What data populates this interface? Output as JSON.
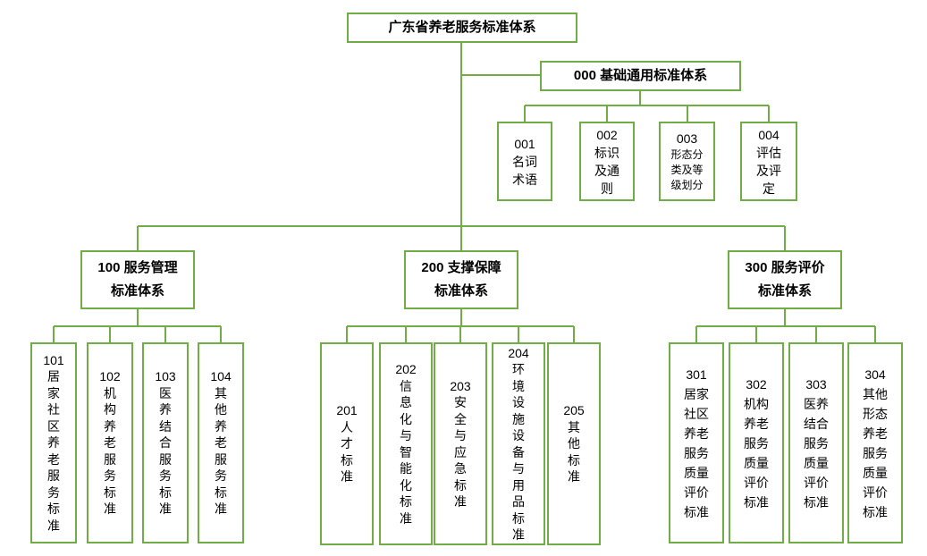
{
  "colors": {
    "line_green": "#70ad47",
    "text": "#000000",
    "background": "#ffffff"
  },
  "tree": {
    "root": {
      "label": "广东省养老服务标准体系"
    },
    "base": {
      "label": "000 基础通用标准体系",
      "children": [
        {
          "code": "001",
          "body": "名词\n术语"
        },
        {
          "code": "002",
          "body": "标识\n及通\n则"
        },
        {
          "code": "003",
          "body": "形态分\n类及等\n级划分"
        },
        {
          "code": "004",
          "body": "评估\n及评\n定"
        }
      ]
    },
    "branches": [
      {
        "label": "100 服务管理\n标准体系",
        "children": [
          {
            "code": "101",
            "body": "居\n家\n社\n区\n养\n老\n服\n务\n标\n准"
          },
          {
            "code": "102",
            "body": "机\n构\n养\n老\n服\n务\n标\n准"
          },
          {
            "code": "103",
            "body": "医\n养\n结\n合\n服\n务\n标\n准"
          },
          {
            "code": "104",
            "body": "其\n他\n养\n老\n服\n务\n标\n准"
          }
        ]
      },
      {
        "label": "200 支撑保障\n标准体系",
        "children": [
          {
            "code": "201",
            "body": "人\n才\n标\n准"
          },
          {
            "code": "202",
            "body": "信\n息\n化\n与\n智\n能\n化\n标\n准"
          },
          {
            "code": "203",
            "body": "安\n全\n与\n应\n急\n标\n准"
          },
          {
            "code": "204",
            "body": "环\n境\n设\n施\n设\n备\n与\n用\n品\n标\n准"
          },
          {
            "code": "205",
            "body": "其\n他\n标\n准"
          }
        ]
      },
      {
        "label": "300 服务评价\n标准体系",
        "children": [
          {
            "code": "301",
            "body": "居家\n社区\n养老\n服务\n质量\n评价\n标准"
          },
          {
            "code": "302",
            "body": "机构\n养老\n服务\n质量\n评价\n标准"
          },
          {
            "code": "303",
            "body": "医养\n结合\n服务\n质量\n评价\n标准"
          },
          {
            "code": "304",
            "body": "其他\n形态\n养老\n服务\n质量\n评价\n标准"
          }
        ]
      }
    ]
  }
}
